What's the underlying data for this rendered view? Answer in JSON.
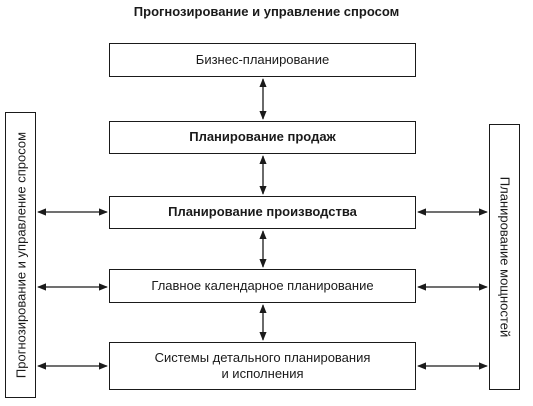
{
  "diagram": {
    "title": "Прогнозирование и управление спросом",
    "boxes": [
      {
        "id": "business-planning",
        "label": "Бизнес-планирование"
      },
      {
        "id": "sales-planning",
        "label": "Планирование продаж"
      },
      {
        "id": "production-planning",
        "label": "Планирование производства"
      },
      {
        "id": "master-scheduling",
        "label": "Главное календарное планирование"
      },
      {
        "id": "detailed-systems",
        "label": "Системы детального планирования\nи исполнения"
      }
    ],
    "left_panel": {
      "label": "Прогнозирование и управление спросом"
    },
    "right_panel": {
      "label": "Планирование мощностей"
    }
  }
}
